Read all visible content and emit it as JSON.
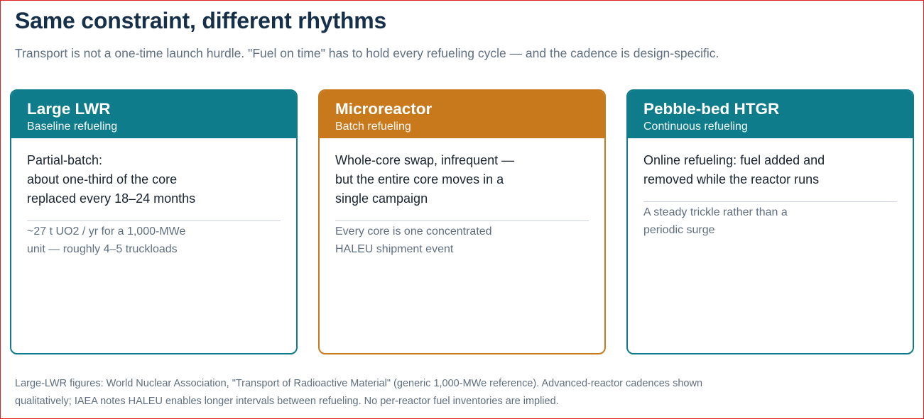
{
  "page": {
    "title": "Same constraint, different rhythms",
    "subtitle": "Transport is not a one-time launch hurdle. \"Fuel on time\" has to hold every refueling cycle — and the cadence is design-specific."
  },
  "colors": {
    "teal": "#0f7c8c",
    "orange": "#c8791c"
  },
  "cards": [
    {
      "name": "Large LWR",
      "subtitle": "Baseline refueling",
      "main": [
        "Partial-batch:",
        "about one-third of the core",
        "replaced every 18–24 months"
      ],
      "note": [
        "~27 t UO2 / yr for a 1,000-MWe",
        "unit — roughly 4–5 truckloads"
      ]
    },
    {
      "name": "Microreactor",
      "subtitle": "Batch refueling",
      "main": [
        "Whole-core swap, infrequent —",
        "but the entire core moves in a",
        "single campaign"
      ],
      "note": [
        "Every core is one concentrated",
        "HALEU shipment event"
      ]
    },
    {
      "name": "Pebble-bed HTGR",
      "subtitle": "Continuous refueling",
      "main": [
        "Online refueling: fuel added and",
        "removed while the reactor runs"
      ],
      "note": [
        "A steady trickle rather than a",
        "periodic surge"
      ]
    }
  ],
  "footer": {
    "line1": "Large-LWR figures: World Nuclear Association, \"Transport of Radioactive Material\" (generic 1,000-MWe reference). Advanced-reactor cadences shown",
    "line2": "qualitatively; IAEA notes HALEU enables longer intervals between refueling. No per-reactor fuel inventories are implied."
  }
}
